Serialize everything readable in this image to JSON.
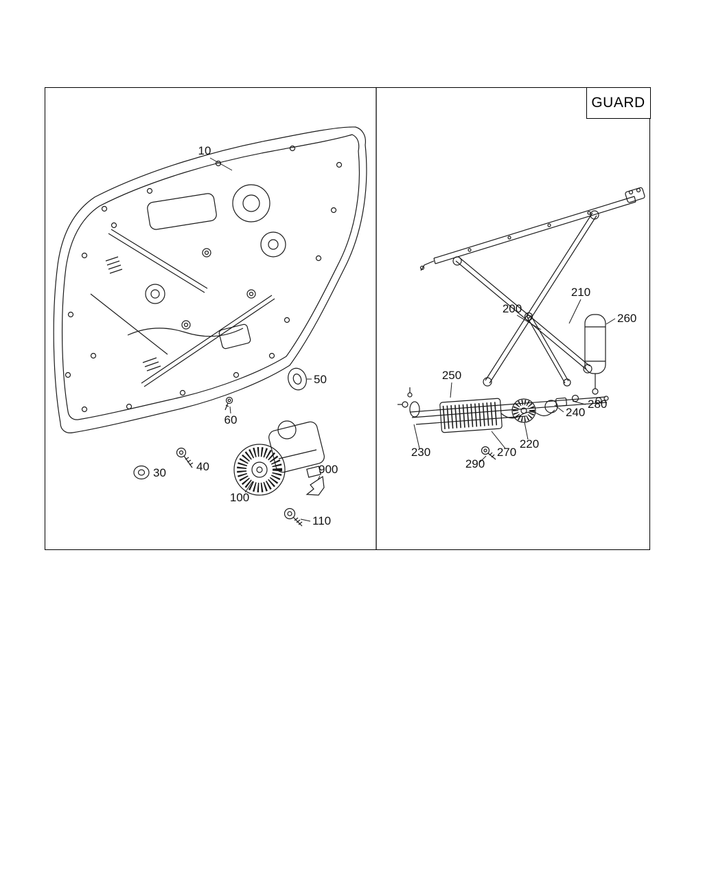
{
  "guard_label": "GUARD",
  "colors": {
    "line": "#1a1a1a",
    "background": "#ffffff",
    "frame_border": "#000000"
  },
  "left_panel": {
    "callouts": [
      {
        "id": "10",
        "label": "10"
      },
      {
        "id": "50",
        "label": "50"
      },
      {
        "id": "60",
        "label": "60"
      },
      {
        "id": "30",
        "label": "30"
      },
      {
        "id": "40",
        "label": "40"
      },
      {
        "id": "100",
        "label": "100"
      },
      {
        "id": "900",
        "label": "900"
      },
      {
        "id": "110",
        "label": "110"
      }
    ]
  },
  "right_panel": {
    "callouts": [
      {
        "id": "200",
        "label": "200"
      },
      {
        "id": "210",
        "label": "210"
      },
      {
        "id": "260",
        "label": "260"
      },
      {
        "id": "250",
        "label": "250"
      },
      {
        "id": "280",
        "label": "280"
      },
      {
        "id": "240",
        "label": "240"
      },
      {
        "id": "220",
        "label": "220"
      },
      {
        "id": "270",
        "label": "270"
      },
      {
        "id": "230",
        "label": "230"
      },
      {
        "id": "290",
        "label": "290"
      }
    ]
  }
}
